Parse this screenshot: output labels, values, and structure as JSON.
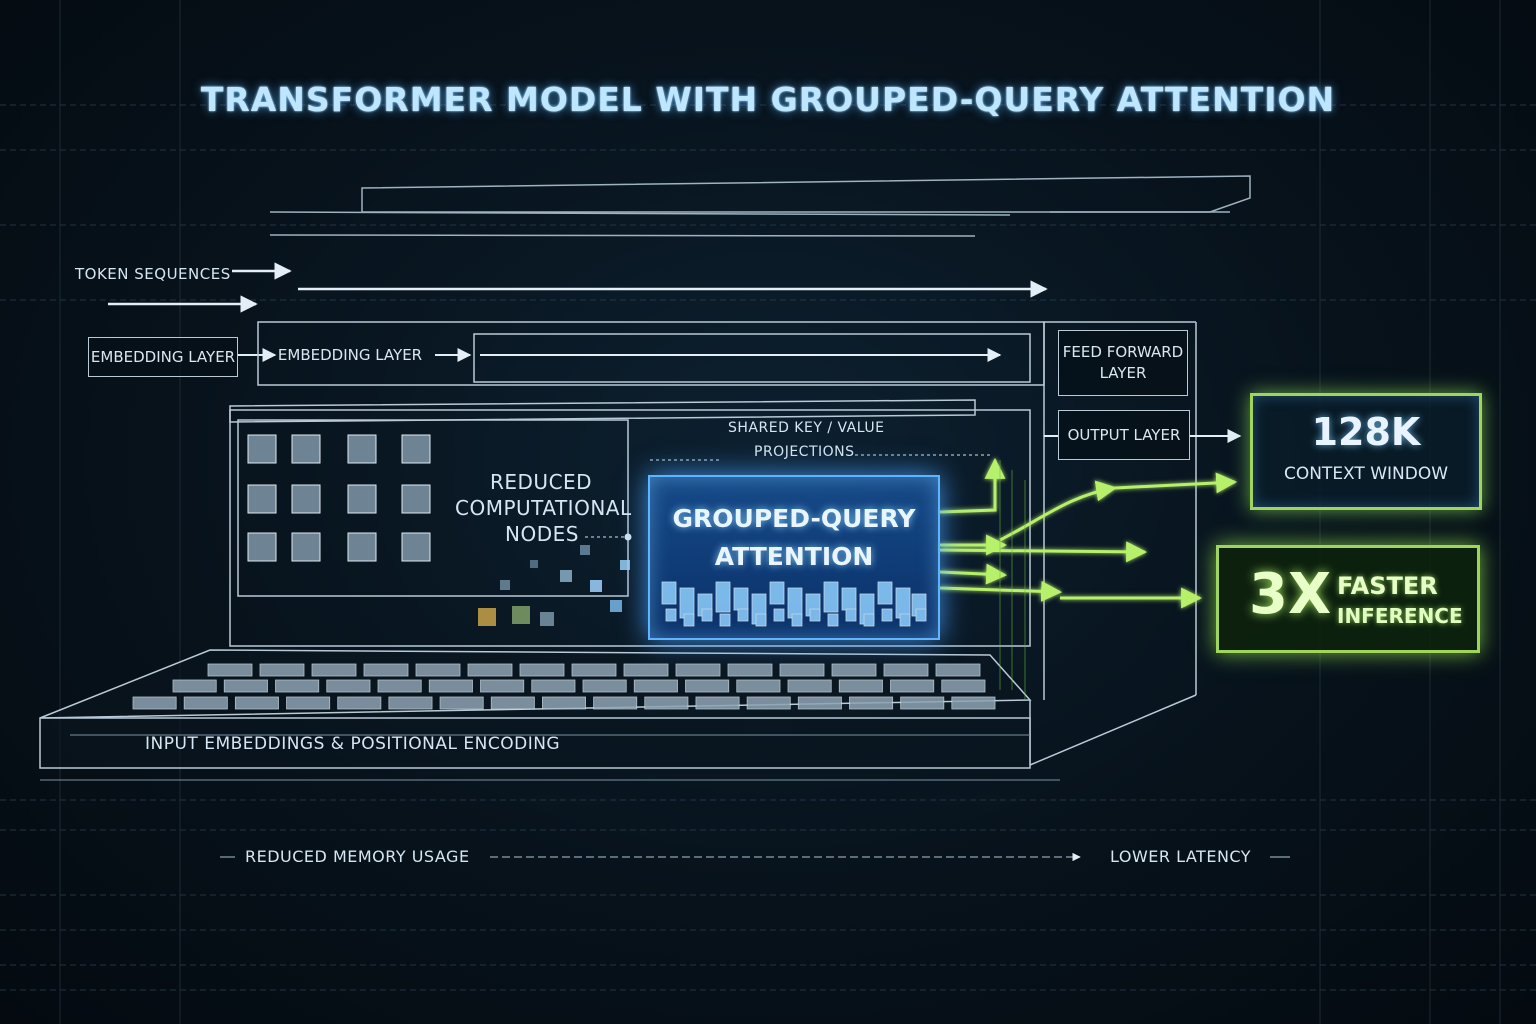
{
  "title": "TRANSFORMER MODEL WITH GROUPED-QUERY ATTENTION",
  "labels": {
    "token_sequences": "TOKEN SEQUENCES",
    "embedding_layer_1": "EMBEDDING LAYER",
    "embedding_layer_2": "EMBEDDING LAYER",
    "feed_forward_line1": "FEED FORWARD",
    "feed_forward_line2": "LAYER",
    "output_layer": "OUTPUT LAYER",
    "shared_kv_line1": "SHARED KEY / VALUE",
    "shared_kv_line2": "PROJECTIONS",
    "reduced_nodes_line1": "REDUCED",
    "reduced_nodes_line2": "COMPUTATIONAL",
    "reduced_nodes_line3": "NODES",
    "gqa_line1": "GROUPED-QUERY",
    "gqa_line2": "ATTENTION",
    "input_embeddings": "INPUT EMBEDDINGS & POSITIONAL ENCODING",
    "reduced_memory": "REDUCED MEMORY USAGE",
    "lower_latency": "LOWER LATENCY"
  },
  "stats": {
    "context_value": "128K",
    "context_label": "CONTEXT WINDOW",
    "speed_value": "3X",
    "speed_label_line1": "FASTER",
    "speed_label_line2": "INFERENCE"
  },
  "colors": {
    "accent_blue": "#5fb4ff",
    "accent_green": "#9fd65a",
    "line": "#b9cad6",
    "background": "#07121b"
  }
}
